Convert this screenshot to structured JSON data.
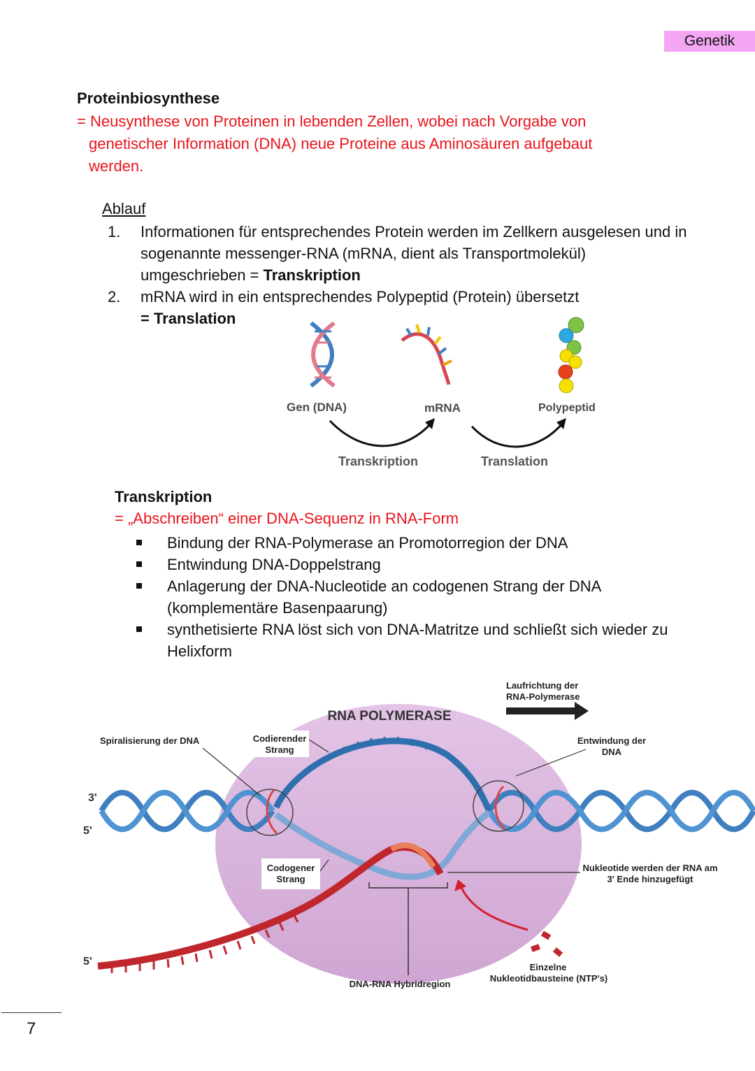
{
  "header": {
    "tag": "Genetik"
  },
  "section1": {
    "title": "Proteinbiosynthese",
    "definition_line1": "= Neusynthese von Proteinen in lebenden Zellen, wobei nach Vorgabe von",
    "definition_line2": "genetischer Information (DNA) neue Proteine aus Aminosäuren aufgebaut",
    "definition_line3": "werden.",
    "ablauf_heading": "Ablauf",
    "steps": [
      {
        "num": "1.",
        "text": "Informationen für entsprechendes Protein werden im Zellkern ausgelesen und in sogenannte messenger-RNA (mRNA, dient als Transportmolekül) umgeschrieben = ",
        "bold": "Transkription"
      },
      {
        "num": "2.",
        "text": "mRNA wird in ein entsprechendes Polypeptid (Protein) übersetzt",
        "bold": "= Translation"
      }
    ]
  },
  "overview_diagram": {
    "label_gene": "Gen (DNA)",
    "label_mrna": "mRNA",
    "label_polypeptide": "Polypeptid",
    "arrow1_label": "Transkription",
    "arrow2_label": "Translation"
  },
  "section2": {
    "title": "Transkription",
    "definition": "= „Abschreiben“ einer DNA-Sequenz in RNA-Form",
    "bullets": [
      "Bindung der RNA-Polymerase an Promotorregion der DNA",
      "Entwindung DNA-Doppelstrang",
      "Anlagerung der DNA-Nucleotide an codogenen Strang der DNA (komplementäre Basenpaarung)",
      "synthetisierte RNA löst sich von DNA-Matritze und schließt sich wieder zu Helixform"
    ]
  },
  "polymerase_diagram": {
    "title": "RNA POLYMERASE",
    "direction_label_line1": "Laufrichtung der",
    "direction_label_line2": "RNA-Polymerase",
    "spiral_label": "Spiralisierung der DNA",
    "coding_strand_line1": "Codierender",
    "coding_strand_line2": "Strang",
    "unwinding_line1": "Entwindung der",
    "unwinding_line2": "DNA",
    "codogenic_line1": "Codogener",
    "codogenic_line2": "Strang",
    "nucleotides_added_line1": "Nukleotide werden der RNA am",
    "nucleotides_added_line2": "3' Ende hinzugefügt",
    "ntp_line1": "Einzelne",
    "ntp_line2": "Nukleotidbausteine (NTP's)",
    "hybrid_label": "DNA-RNA Hybridregion",
    "end_3": "3'",
    "end_5a": "5'",
    "end_5b": "5'"
  },
  "footer": {
    "page_number": "7"
  },
  "colors": {
    "accent_red": "#e8141c",
    "tag_pink": "#f3a6f3",
    "dna_blue": "#3f7fc0",
    "rna_red": "#c0272d",
    "polymerase_purple": "#d9b6dd"
  }
}
